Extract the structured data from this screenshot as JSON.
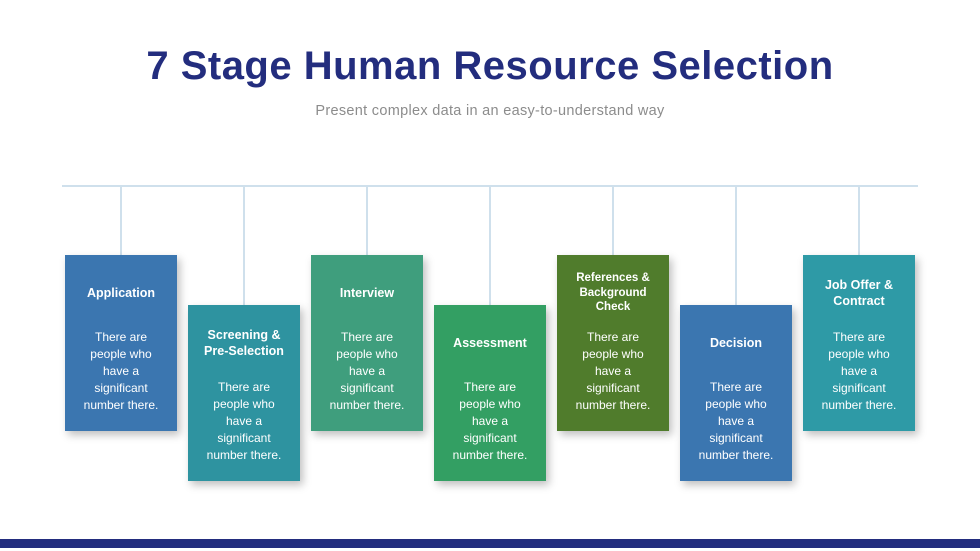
{
  "header": {
    "title": "7 Stage Human Resource Selection",
    "subtitle": "Present complex data in an easy-to-understand way"
  },
  "stages": [
    {
      "title": "Application",
      "body": "There are people who have a significant number there.",
      "color": "#3B76B0",
      "position": "high"
    },
    {
      "title": "Screening & Pre-Selection",
      "body": "There are people who have a significant number there.",
      "color": "#2E93A0",
      "position": "low"
    },
    {
      "title": "Interview",
      "body": "There are people who have a significant number there.",
      "color": "#3F9E7D",
      "position": "high"
    },
    {
      "title": "Assessment",
      "body": "There are people who have a significant number there.",
      "color": "#339F63",
      "position": "low"
    },
    {
      "title": "References & Background Check",
      "body": "There are people who have a significant number there.",
      "color": "#507C2C",
      "position": "high"
    },
    {
      "title": "Decision",
      "body": "There are people who have a significant number there.",
      "color": "#3B76B0",
      "position": "low"
    },
    {
      "title": "Job Offer & Contract",
      "body": "There are people who have a significant number there.",
      "color": "#2E9AA6",
      "position": "high"
    }
  ],
  "colors": {
    "title_navy": "#232D7E",
    "subtitle_gray": "#8C8C8C",
    "connector_line": "#CFE0EC",
    "footer_bar": "#232D7E"
  }
}
